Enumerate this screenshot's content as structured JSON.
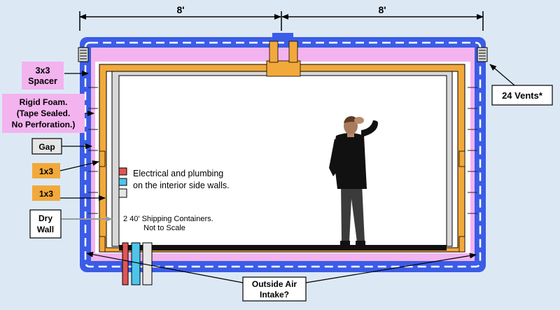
{
  "dimensions": {
    "left_width": "8'",
    "right_width": "8'"
  },
  "labels": {
    "spacer": [
      "3x3",
      "Spacer"
    ],
    "rigid_foam": [
      "Rigid Foam.",
      "(Tape Sealed.",
      "No Perforation.)"
    ],
    "gap": "Gap",
    "furring_1": "1x3",
    "furring_2": "1x3",
    "drywall": [
      "Dry",
      "Wall"
    ],
    "vents": "24 Vents*",
    "outside_air": [
      "Outside Air",
      "Intake?"
    ]
  },
  "notes": {
    "services": [
      "Electrical and plumbing",
      "on the interior side walls."
    ],
    "containers": [
      "2 40' Shipping Containers.",
      "Not to Scale"
    ]
  },
  "colors": {
    "background": "#dce9f5",
    "container_shell": "#3b5ce6",
    "rigid_foam": "#f2b3ef",
    "furring": "#f2a93b",
    "electrical": "#e05555",
    "plumbing": "#4ec4ea",
    "drywall": "#e6e6e6"
  }
}
